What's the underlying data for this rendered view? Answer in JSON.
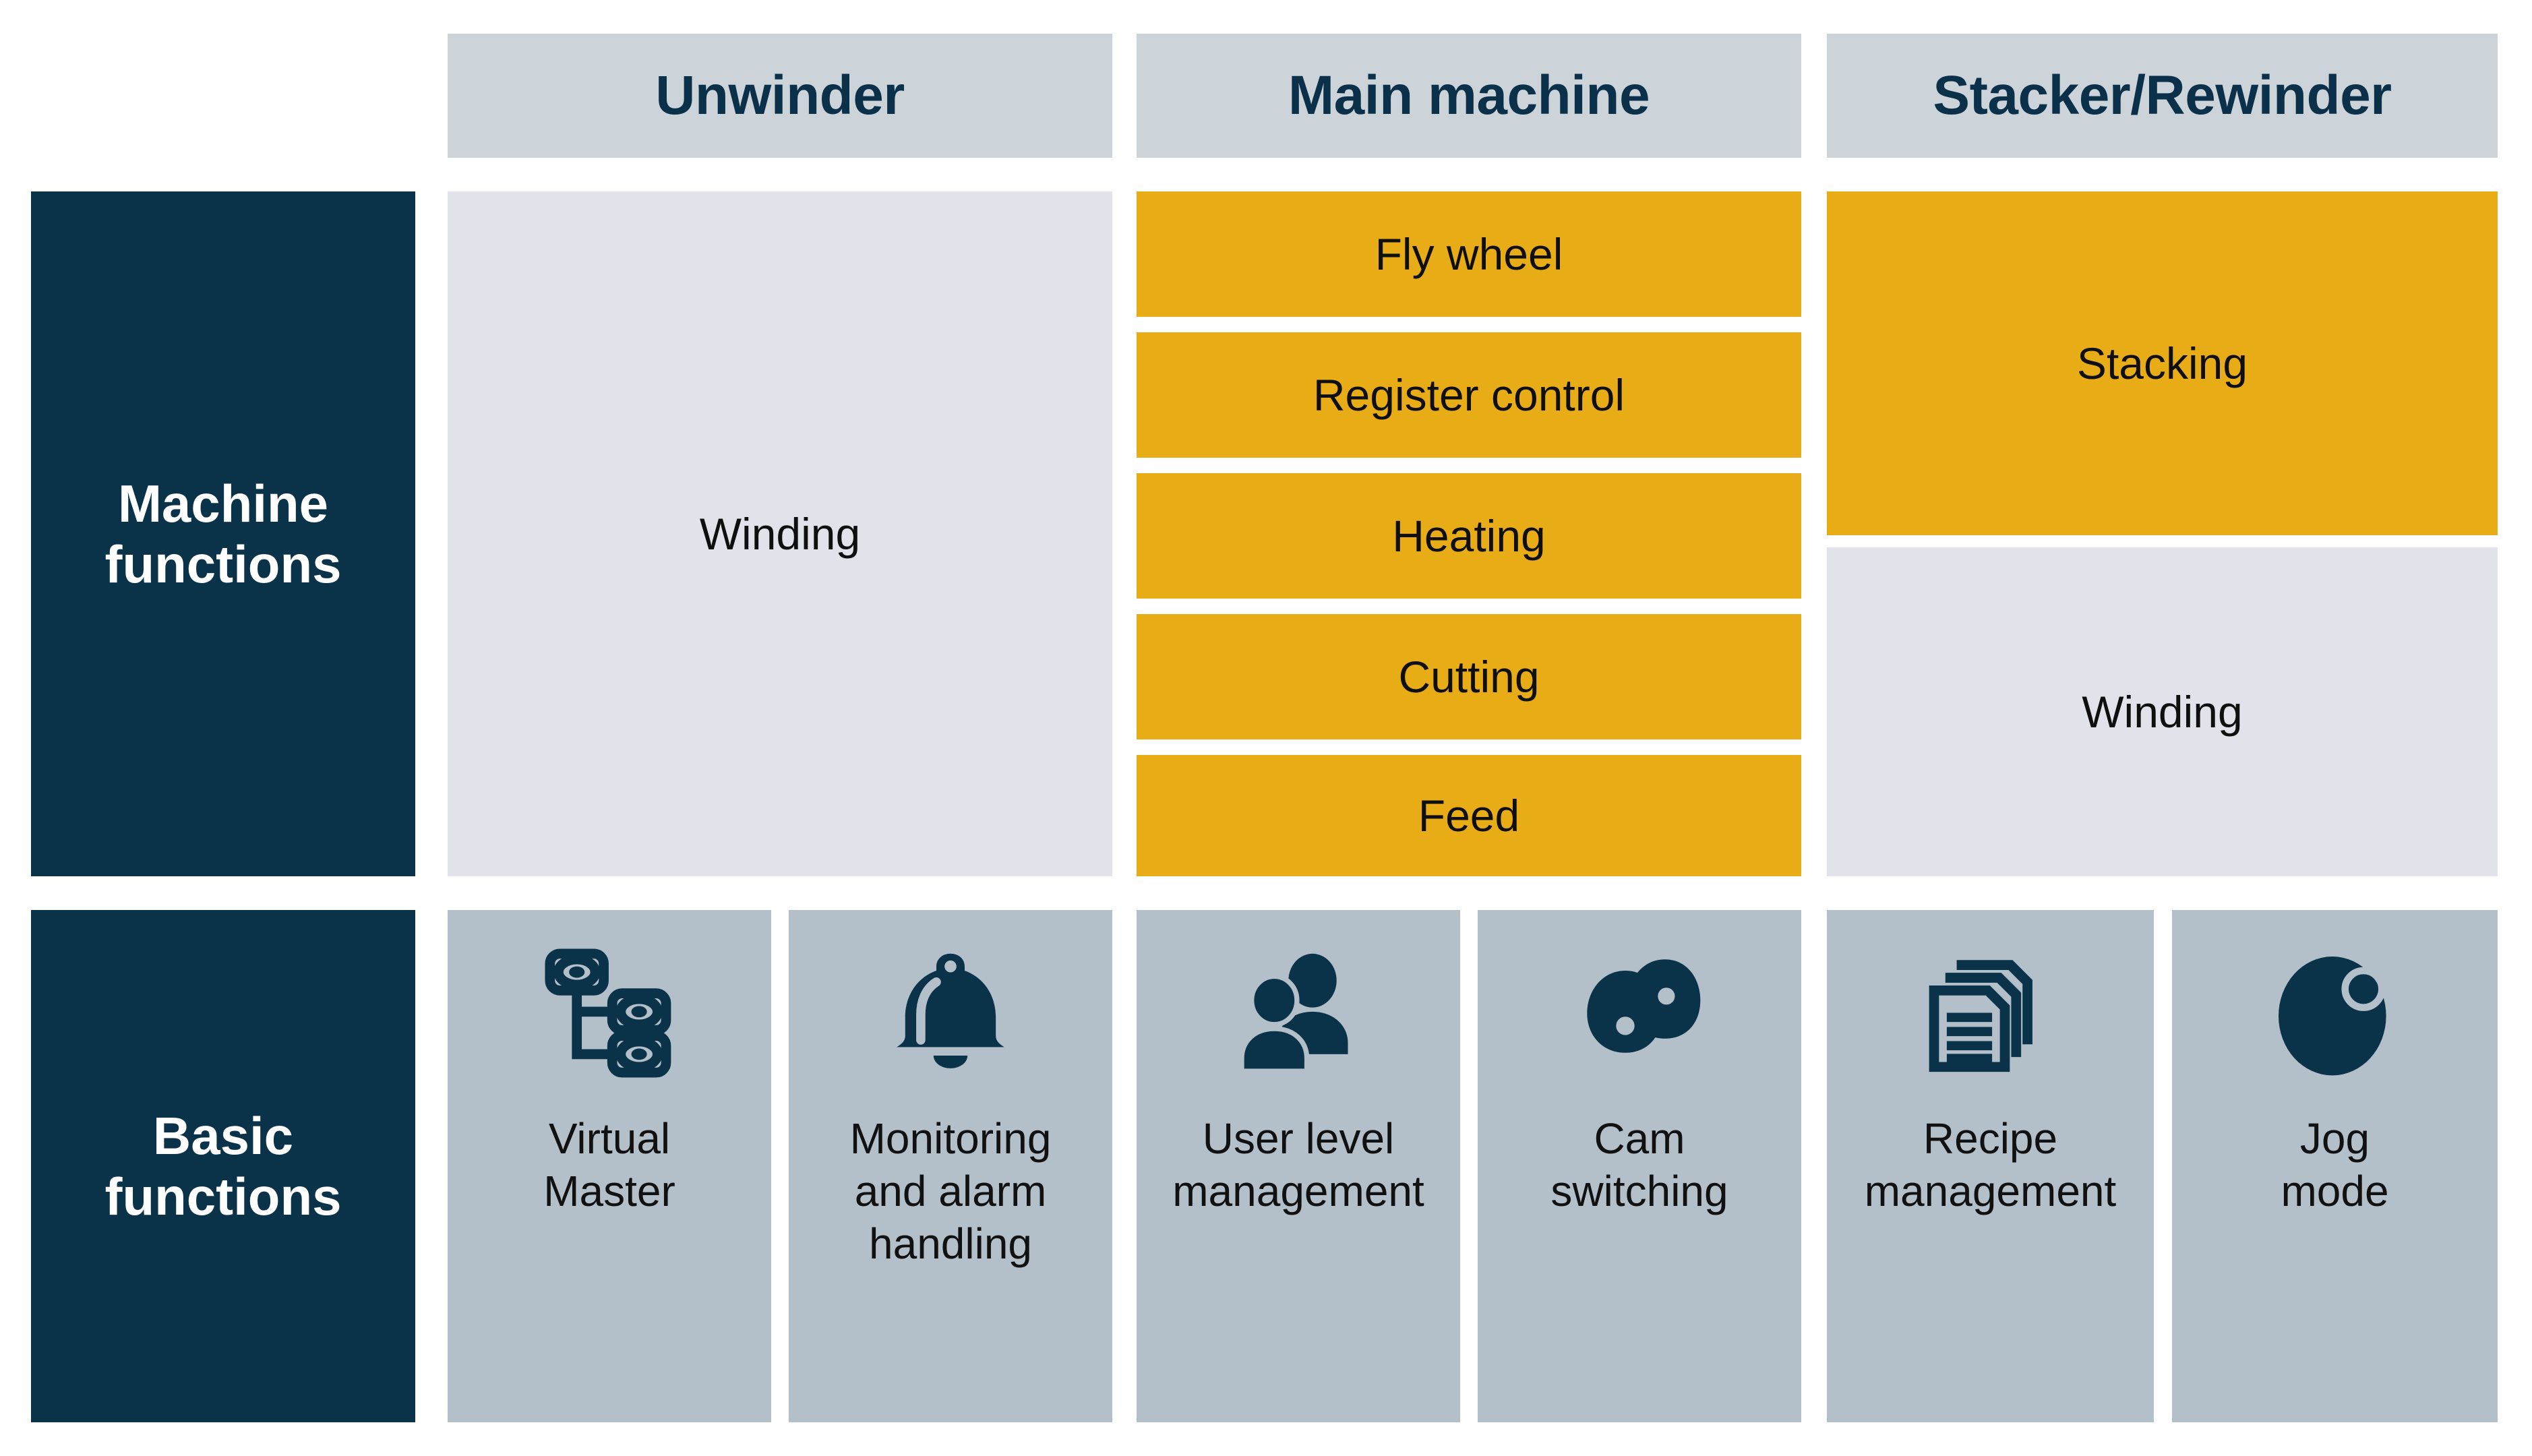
{
  "colors": {
    "navy": "#0a3249",
    "yellow": "#e8ad16",
    "header_gray": "#ccd4da",
    "light_lavender": "#e2e2ea",
    "tile_gray": "#b3c0ca",
    "text_dark": "#111111",
    "text_white": "#ffffff"
  },
  "column_headers": [
    {
      "label": "Unwinder"
    },
    {
      "label": "Main machine"
    },
    {
      "label": "Stacker/Rewinder"
    }
  ],
  "rows": [
    {
      "label": "Machine\nfunctions"
    },
    {
      "label": "Basic\nfunctions"
    }
  ],
  "machine_functions": {
    "unwinder": [
      {
        "label": "Winding",
        "style": "light"
      }
    ],
    "main_machine": [
      {
        "label": "Fly wheel",
        "style": "yellow"
      },
      {
        "label": "Register control",
        "style": "yellow"
      },
      {
        "label": "Heating",
        "style": "yellow"
      },
      {
        "label": "Cutting",
        "style": "yellow"
      },
      {
        "label": "Feed",
        "style": "yellow"
      }
    ],
    "stacker_rewinder": [
      {
        "label": "Stacking",
        "style": "yellow"
      },
      {
        "label": "Winding",
        "style": "light"
      }
    ]
  },
  "basic_functions": {
    "unwinder": [
      {
        "label": "Virtual\nMaster",
        "icon": "network-tree-icon"
      },
      {
        "label": "Monitoring\nand alarm\nhandling",
        "icon": "bell-icon"
      }
    ],
    "main_machine": [
      {
        "label": "User level\nmanagement",
        "icon": "users-icon"
      },
      {
        "label": "Cam\nswitching",
        "icon": "cam-discs-icon"
      }
    ],
    "stacker_rewinder": [
      {
        "label": "Recipe\nmanagement",
        "icon": "documents-stack-icon"
      },
      {
        "label": "Jog\nmode",
        "icon": "jog-disc-icon"
      }
    ]
  }
}
